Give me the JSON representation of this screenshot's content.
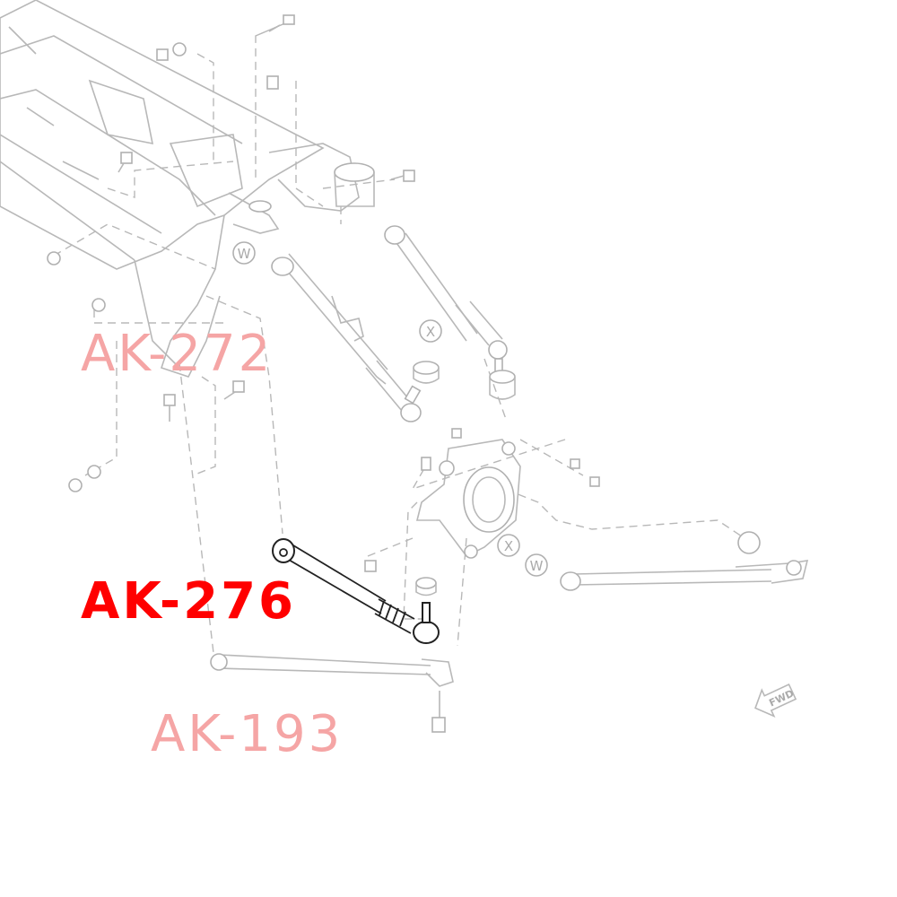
{
  "labels": {
    "upper_arm": "AK-272",
    "toe_arm": "AK-276",
    "lower_arm": "AK-193"
  },
  "markers": {
    "w": "W",
    "x": "X"
  },
  "direction": "FWD",
  "colors": {
    "highlight": "#ff0000",
    "faded_label": "#f5a5a5",
    "line_art": "#b8b8b8",
    "highlight_part": "#222222"
  }
}
